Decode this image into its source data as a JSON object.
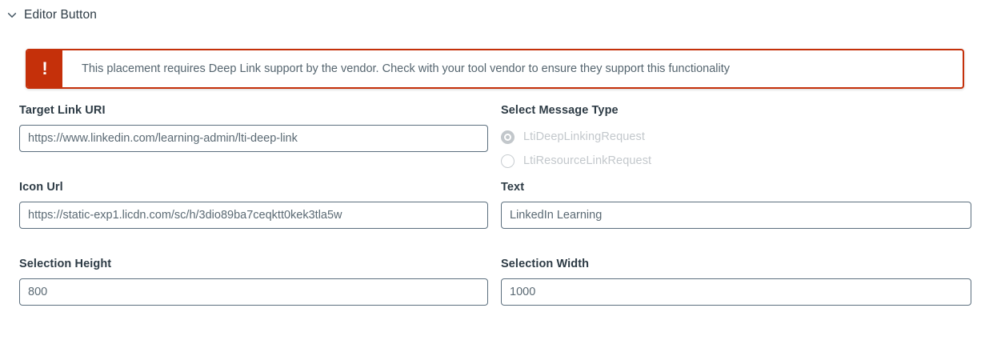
{
  "section": {
    "title": "Editor Button",
    "chevron_icon": "chevron-down-icon",
    "expanded": true
  },
  "alert": {
    "icon": "exclamation-icon",
    "icon_glyph": "!",
    "message": "This placement requires Deep Link support by the vendor. Check with your tool vendor to ensure they support this functionality",
    "accent_color": "#c5300a",
    "background_color": "#ffffff",
    "text_color": "#55656f"
  },
  "form": {
    "rows": [
      {
        "left": {
          "label": "Target Link URI",
          "value": "https://www.linkedin.com/learning-admin/lti-deep-link",
          "placeholder": ""
        },
        "right": {
          "label": "Select Message Type",
          "type": "radio-group",
          "disabled": true,
          "options": [
            {
              "label": "LtiDeepLinkingRequest",
              "selected": true
            },
            {
              "label": "LtiResourceLinkRequest",
              "selected": false
            }
          ]
        }
      },
      {
        "left": {
          "label": "Icon Url",
          "value": "https://static-exp1.licdn.com/sc/h/3dio89ba7ceqktt0kek3tla5w",
          "placeholder": ""
        },
        "right": {
          "label": "Text",
          "value": "LinkedIn Learning",
          "placeholder": ""
        }
      },
      {
        "left": {
          "label": "Selection Height",
          "value": "800",
          "placeholder": ""
        },
        "right": {
          "label": "Selection Width",
          "value": "1000",
          "placeholder": ""
        }
      }
    ]
  }
}
